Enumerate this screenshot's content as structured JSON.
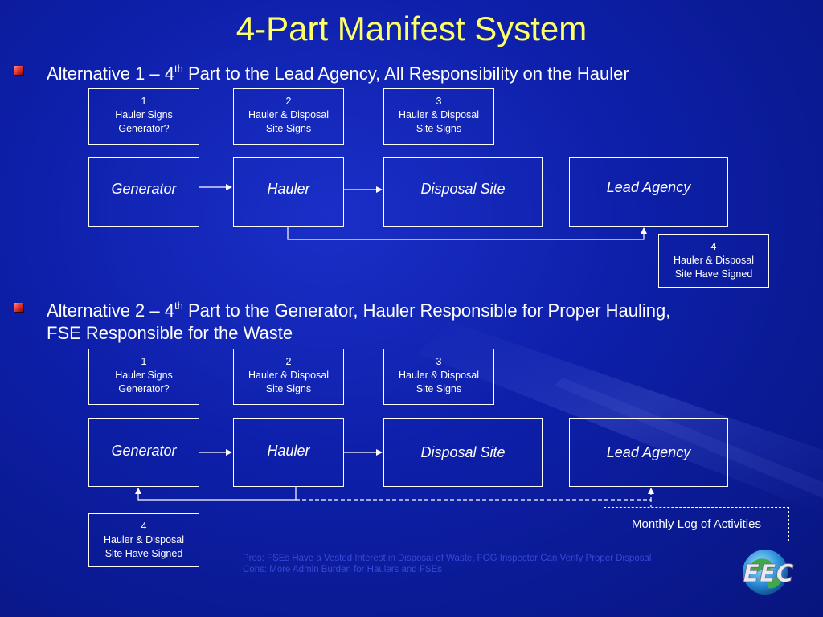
{
  "slide": {
    "title": "4-Part Manifest System",
    "alt1": {
      "prefix": "Alternative 1 – 4",
      "sup": "th",
      "suffix": " Part to the Lead Agency, All Responsibility on the Hauler",
      "steps": [
        {
          "num": "1",
          "line1": "Hauler Signs",
          "line2": "Generator?"
        },
        {
          "num": "2",
          "line1": "Hauler & Disposal",
          "line2": "Site Signs"
        },
        {
          "num": "3",
          "line1": "Hauler & Disposal",
          "line2": "Site Signs"
        },
        {
          "num": "4",
          "line1": "Hauler & Disposal",
          "line2": "Site Have Signed"
        }
      ],
      "entities": [
        "Generator",
        "Hauler",
        "Disposal Site",
        "Lead Agency"
      ]
    },
    "alt2": {
      "prefix": "Alternative 2 – 4",
      "sup": "th",
      "suffix": " Part to the Generator, Hauler Responsible for Proper Hauling,",
      "line2": "FSE Responsible for the Waste",
      "steps": [
        {
          "num": "1",
          "line1": "Hauler Signs",
          "line2": "Generator?"
        },
        {
          "num": "2",
          "line1": "Hauler & Disposal",
          "line2": "Site Signs"
        },
        {
          "num": "3",
          "line1": "Hauler & Disposal",
          "line2": "Site Signs"
        },
        {
          "num": "4",
          "line1": "Hauler & Disposal",
          "line2": "Site Have Signed"
        }
      ],
      "entities": [
        "Generator",
        "Hauler",
        "Disposal Site",
        "Lead Agency"
      ],
      "log": "Monthly Log of Activities"
    },
    "notes": {
      "pros": "Pros: FSEs Have a Vested Interest in Disposal of Waste, FOG Inspector Can Verify Proper Disposal",
      "cons": "Cons: More Admin Burden for Haulers and FSEs"
    },
    "logo_text": "EEC",
    "colors": {
      "title": "#ffff66",
      "background": "#0d1fa8",
      "bullet": "#e53935",
      "logo_text": "#e8e8f0"
    }
  }
}
